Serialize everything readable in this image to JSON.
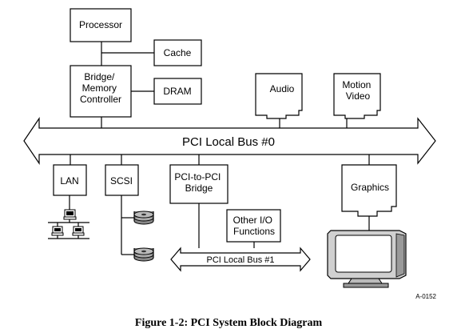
{
  "nodes": {
    "processor": "Processor",
    "cache": "Cache",
    "bridge_memory_controller": [
      "Bridge/",
      "Memory",
      "Controller"
    ],
    "dram": "DRAM",
    "audio": "Audio",
    "motion_video": [
      "Motion",
      "Video"
    ],
    "lan": "LAN",
    "scsi": "SCSI",
    "pci_to_pci_bridge": [
      "PCI-to-PCI",
      "Bridge"
    ],
    "other_io_functions": [
      "Other I/O",
      "Functions"
    ],
    "graphics": "Graphics"
  },
  "buses": {
    "bus0": "PCI Local Bus #0",
    "bus1": "PCI Local Bus #1"
  },
  "reference_id": "A-0152",
  "caption": "Figure 1-2:  PCI System Block Diagram"
}
